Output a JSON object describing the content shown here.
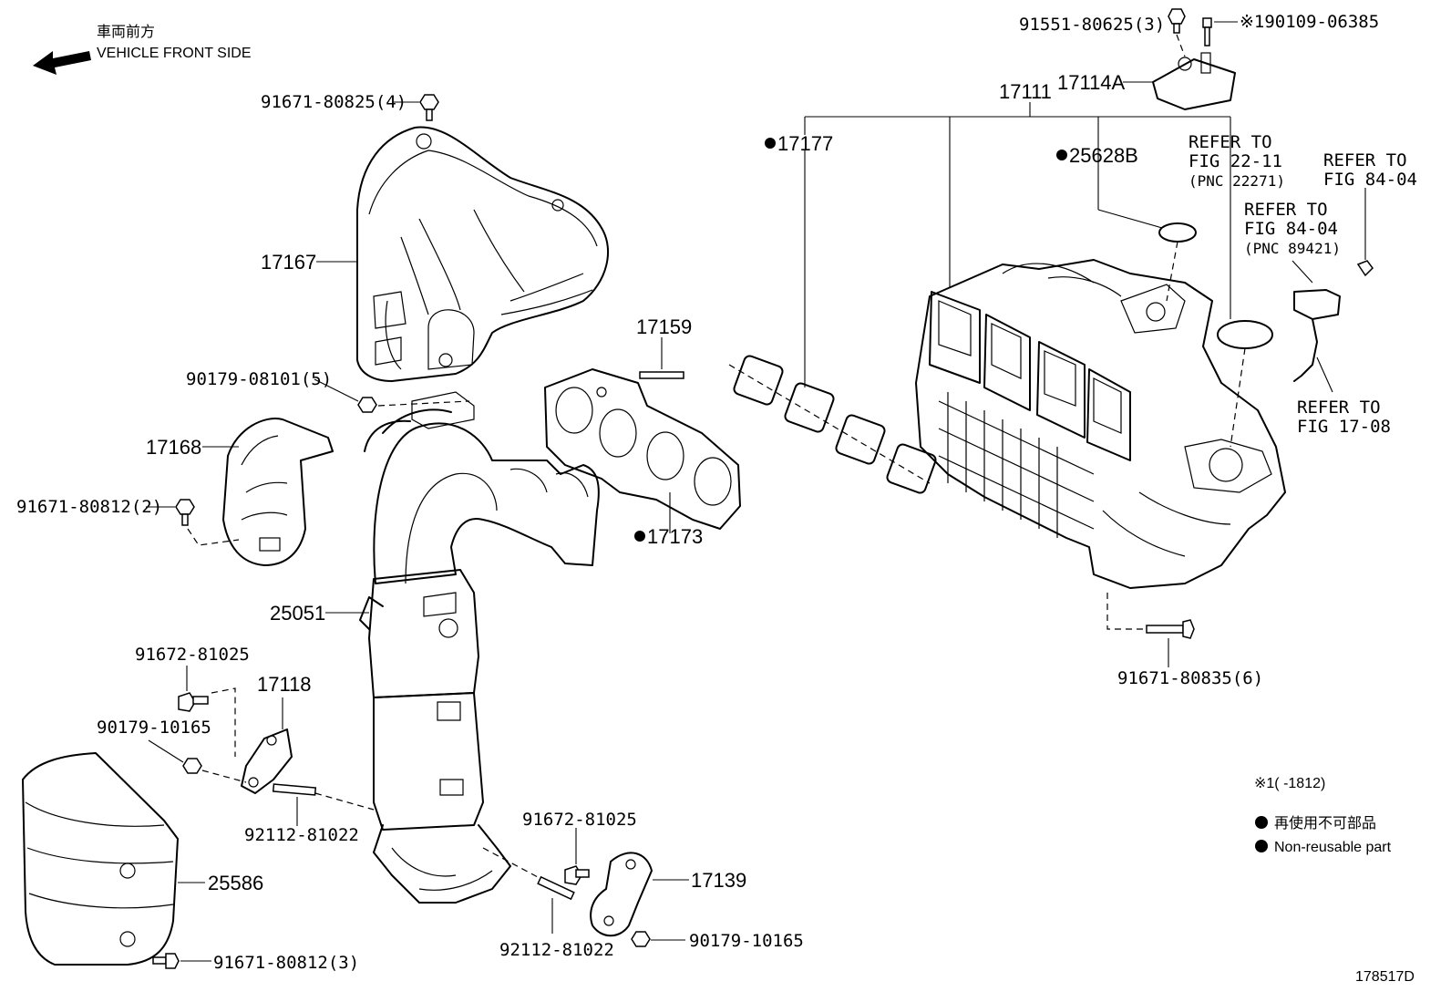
{
  "header": {
    "direction_jp": "車両前方",
    "direction_en": "VEHICLE FRONT SIDE"
  },
  "callouts": {
    "c_91671_80825": "91671-80825(4)",
    "c_17167": "17167",
    "c_90179_08101": "90179-08101(5)",
    "c_17168": "17168",
    "c_91671_80812_2": "91671-80812(2)",
    "c_25051": "25051",
    "c_91672_81025_a": "91672-81025",
    "c_17118": "17118",
    "c_90179_10165_a": "90179-10165",
    "c_92112_81022_a": "92112-81022",
    "c_25586": "25586",
    "c_91671_80812_3": "91671-80812(3)",
    "c_17159": "17159",
    "c_17173": "17173",
    "c_91672_81025_b": "91672-81025",
    "c_17139": "17139",
    "c_92112_81022_b": "92112-81022",
    "c_90179_10165_b": "90179-10165",
    "c_17177": "17177",
    "c_17111": "17111",
    "c_17114A": "17114A",
    "c_91551_80625": "91551-80625(3)",
    "c_90109_06385": "※190109-06385",
    "c_25628B": "25628B",
    "c_91671_80835": "91671-80835(6)"
  },
  "refers": {
    "r1_l1": "REFER TO",
    "r1_l2": "FIG 22-11",
    "r1_l3": "(PNC 22271)",
    "r2_l1": "REFER TO",
    "r2_l2": "FIG 84-04",
    "r3_l1": "REFER TO",
    "r3_l2": "FIG 84-04",
    "r3_l3": "(PNC 89421)",
    "r4_l1": "REFER TO",
    "r4_l2": "FIG 17-08"
  },
  "legend": {
    "note": "※1(     -1812)",
    "nonreusable_jp": "再使用不可部品",
    "nonreusable_en": "Non-reusable part"
  },
  "footer": {
    "figure_id": "178517D"
  }
}
